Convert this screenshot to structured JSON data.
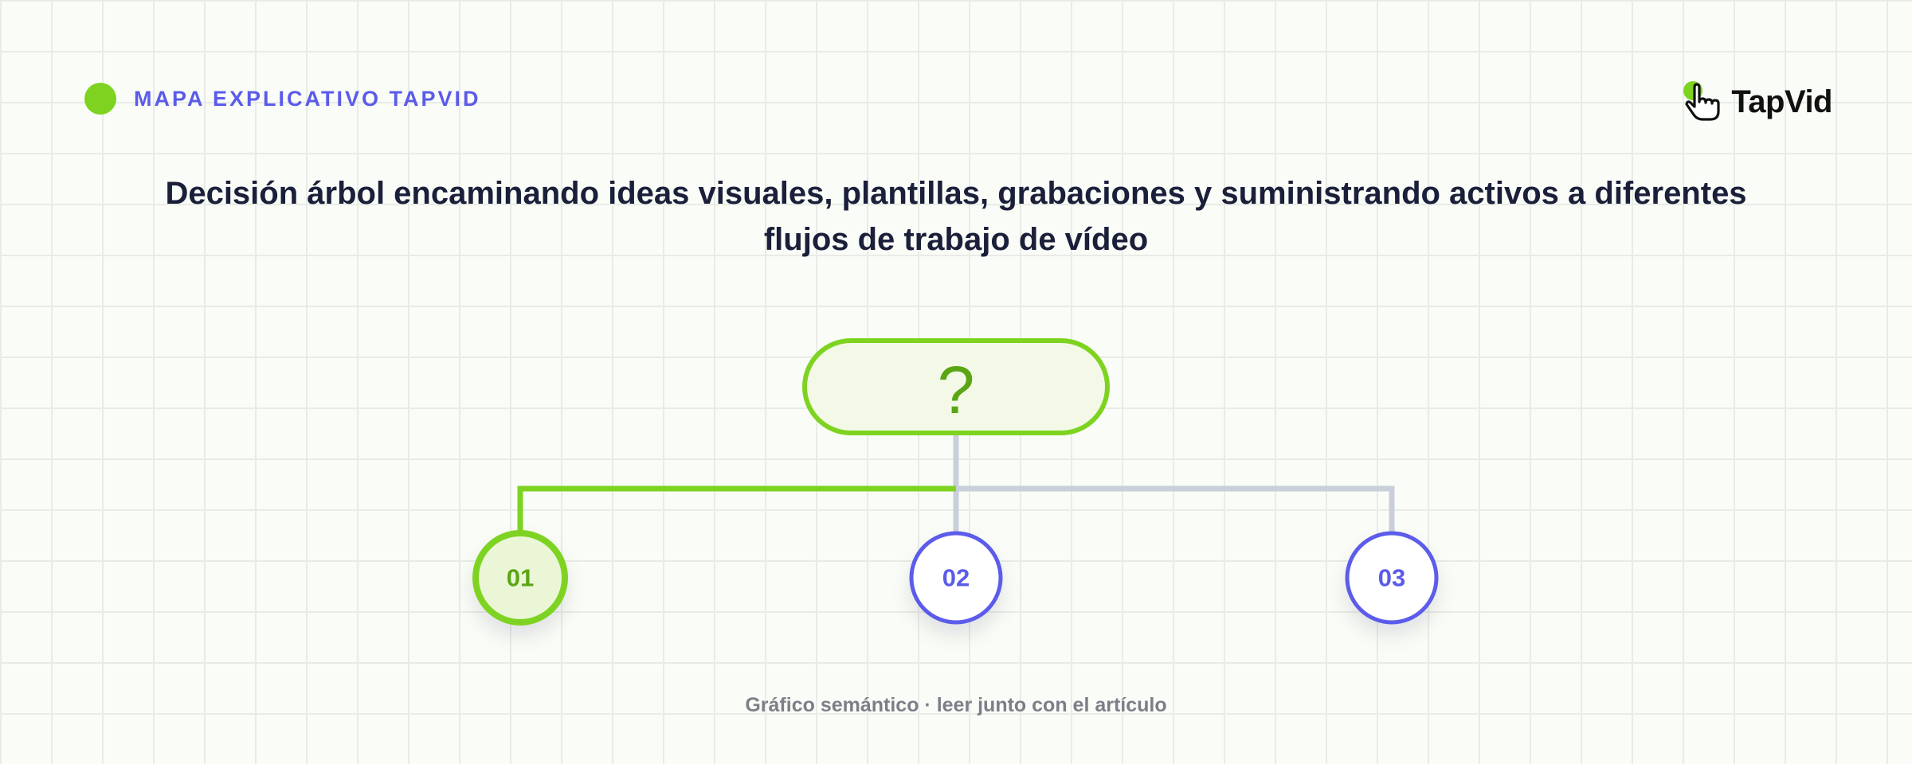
{
  "header": {
    "label": "MAPA EXPLICATIVO TAPVID",
    "dot_color": "#7ed321"
  },
  "brand": {
    "name": "TapVid",
    "icon": "pointer-hand-icon"
  },
  "title": "Decisión árbol encaminando ideas visuales, plantillas, grabaciones y suministrando activos a diferentes flujos de trabajo de vídeo",
  "tree": {
    "root": {
      "label": "?"
    },
    "nodes": [
      {
        "label": "01",
        "state": "active"
      },
      {
        "label": "02",
        "state": "default"
      },
      {
        "label": "03",
        "state": "default"
      }
    ]
  },
  "footer": "Gráfico semántico · leer junto con el artículo",
  "colors": {
    "accent_green": "#7ed321",
    "green_text": "#5aa514",
    "indigo": "#5b5bea",
    "inactive_line": "#c9d0dc",
    "title": "#1a1f3a"
  }
}
